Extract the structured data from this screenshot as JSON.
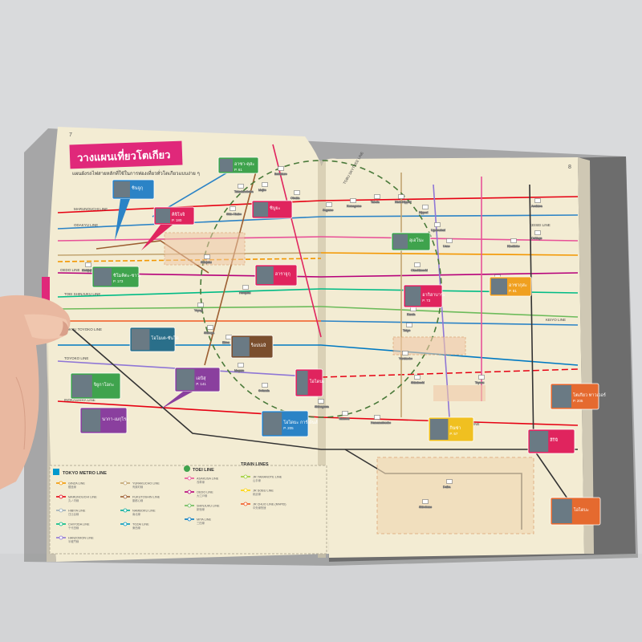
{
  "book": {
    "left_page_number": "7",
    "right_page_number": "8"
  },
  "title_banner": {
    "title": "วางแผนเที่ยวโตเกียว",
    "subtitle": "แผนผังรถไฟสายหลักที่ใช้ในการท่องเที่ยวทั่วโตเกียวแบบง่าย ๆ"
  },
  "line_labels_left": [
    {
      "id": "marunouchi",
      "text": "MARUNOUCHI LINE"
    },
    {
      "id": "odakyu",
      "text": "ODAKYU LINE"
    },
    {
      "id": "oedo",
      "text": "OEDO LINE"
    },
    {
      "id": "toei-shinjuku",
      "text": "TOEI SHINJUKU LINE"
    },
    {
      "id": "tokyu-toyoko",
      "text": "TOKYU TOYOKO LINE"
    },
    {
      "id": "toyoko-b",
      "text": "TOYOKO LINE"
    },
    {
      "id": "inokashira",
      "text": "INOKASHIRA LINE"
    }
  ],
  "line_labels_right": [
    {
      "id": "tobu-tojo",
      "text": "TOBU SKYTREE LINE"
    },
    {
      "id": "keisei",
      "text": "KEISEI LINE"
    },
    {
      "id": "keiyo",
      "text": "KEIYO LINE"
    },
    {
      "id": "hanzomon",
      "text": "HANZOMON LINE"
    }
  ],
  "callouts": [
    {
      "id": "asakusa-top",
      "thai": "อาซา-คุสะ",
      "page": "P. 61",
      "color": "#3fa34d"
    },
    {
      "id": "seika",
      "thai": "ชิบูยะ",
      "page": "",
      "color": "#e0245e"
    },
    {
      "id": "sinjuku",
      "thai": "ชินจูกุ",
      "page": "",
      "color": "#2b83c6"
    },
    {
      "id": "kichijoji",
      "thai": "คิจิโจจิ",
      "page": "P. 180",
      "color": "#e0245e"
    },
    {
      "id": "shimokita",
      "thai": "ชิโมคิตะ-ซาวะ",
      "page": "P. 173",
      "color": "#3fa34d"
    },
    {
      "id": "harajuku",
      "thai": "ฮาราจูกุ",
      "page": "",
      "color": "#e0245e"
    },
    {
      "id": "omotesando",
      "thai": "โอโมเต-ซันโด",
      "page": "",
      "color": "#2a6f8a"
    },
    {
      "id": "roppongi",
      "thai": "ร็อปปงงิ",
      "page": "",
      "color": "#7a4e2d"
    },
    {
      "id": "ebisu",
      "thai": "เอบิสุ",
      "page": "P. 141",
      "color": "#8a3f9e"
    },
    {
      "id": "jiyugaoka",
      "thai": "จิยูกาโอกะ",
      "page": "",
      "color": "#3fa34d"
    },
    {
      "id": "nakameguro",
      "thai": "นากา-เมกุโระ",
      "page": "",
      "color": "#8a3f9e"
    },
    {
      "id": "odaiba",
      "thai": "โอไดบะ",
      "page": "",
      "color": "#e0245e"
    },
    {
      "id": "shinagawa",
      "thai": "โอไดบะ การ์เด้นส์",
      "page": "P. 205",
      "color": "#2b83c6"
    },
    {
      "id": "ueno",
      "thai": "อุเอโนะ",
      "page": "",
      "color": "#3fa34d"
    },
    {
      "id": "akihabara",
      "thai": "อากิฮาบาระ",
      "page": "P. 73",
      "color": "#e0245e"
    },
    {
      "id": "asakusa-r",
      "thai": "อาซากุสะ",
      "page": "P. 81",
      "color": "#f0a020"
    },
    {
      "id": "ginza",
      "thai": "กินซ่า",
      "page": "P. 57",
      "color": "#f0c020"
    },
    {
      "id": "tsukiji",
      "thai": "สึกิจิ",
      "page": "",
      "color": "#e0245e"
    },
    {
      "id": "tokyo-tower",
      "thai": "โตเกียว ทาวเวอร์",
      "page": "P. 205",
      "color": "#e56a2f"
    },
    {
      "id": "odaiba-r",
      "thai": "โอไดบะ",
      "page": "",
      "color": "#e56a2f"
    }
  ],
  "stations_small": [
    "Ikebukuro",
    "Shinjuku",
    "Shibuya",
    "Harajuku",
    "Ebisu",
    "Meguro",
    "Gotanda",
    "Shinagawa",
    "Tamachi",
    "Hamamatsucho",
    "Shimbashi",
    "Yurakucho",
    "Tokyo",
    "Kanda",
    "Akihabara",
    "Okachimachi",
    "Ueno",
    "Uguisudani",
    "Nippori",
    "Nishi-Nippori",
    "Tabata",
    "Komagome",
    "Sugamo",
    "Otsuka",
    "Mejiro",
    "Takadanobaba",
    "Shin-Okubo",
    "Yoyogi",
    "Kichijoji",
    "Kinshicho",
    "Ryogoku",
    "Oshiage",
    "Asakusa",
    "Toyosu",
    "Daiba",
    "Shiodome"
  ],
  "legend": {
    "metro_title": "TOKYO METRO LINE",
    "metro": [
      {
        "name": "GINZA LINE",
        "jp": "銀座線",
        "color": "#f39700"
      },
      {
        "name": "MARUNOUCHI LINE",
        "jp": "丸ノ内線",
        "color": "#e60012"
      },
      {
        "name": "HIBIYA LINE",
        "jp": "日比谷線",
        "color": "#9caeb7"
      },
      {
        "name": "CHIYODA LINE",
        "jp": "千代田線",
        "color": "#00bb85"
      },
      {
        "name": "HANZOMON LINE",
        "jp": "半蔵門線",
        "color": "#8f76d6"
      },
      {
        "name": "YURAKUCHO LINE",
        "jp": "有楽町線",
        "color": "#c1a470"
      },
      {
        "name": "FUKUTOSHIN LINE",
        "jp": "副都心線",
        "color": "#9c5e31"
      },
      {
        "name": "NAMBOKU LINE",
        "jp": "南北線",
        "color": "#00ac9b"
      },
      {
        "name": "TOZAI LINE",
        "jp": "東西線",
        "color": "#009bbf"
      }
    ],
    "toei_title": "TOEI LINE",
    "toei": [
      {
        "name": "ASAKUSA LINE",
        "jp": "浅草線",
        "color": "#e85298"
      },
      {
        "name": "OEDO LINE",
        "jp": "大江戸線",
        "color": "#b6007a"
      },
      {
        "name": "SHINJUKU LINE",
        "jp": "新宿線",
        "color": "#6cbb5a"
      },
      {
        "name": "MITA LINE",
        "jp": "三田線",
        "color": "#0079c2"
      }
    ],
    "train_title": "TRAIN LINES",
    "train": [
      {
        "name": "JR YAMANOTE LINE",
        "jp": "山手線",
        "color": "#9acd32"
      },
      {
        "name": "JR SOBU LINE",
        "jp": "総武線",
        "color": "#ffd400"
      },
      {
        "name": "JR CHUO LINE (RAPID)",
        "jp": "中央線快速",
        "color": "#f15a22"
      }
    ]
  },
  "colors": {
    "page": "#f3ecd3",
    "yamanote_circle": "#4a7a3a",
    "desk": "#d9dadc",
    "pink_tab": "#e0287a"
  }
}
